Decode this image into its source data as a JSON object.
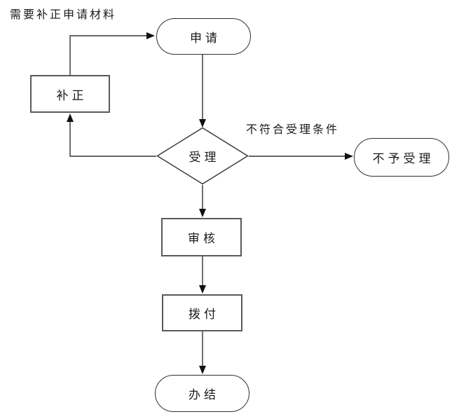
{
  "diagram": {
    "title": "",
    "annotation": "需要补正申请材料",
    "nodes": {
      "apply": {
        "label": "申请",
        "shape": "stadium"
      },
      "correct": {
        "label": "补正",
        "shape": "rect"
      },
      "accept": {
        "label": "受理",
        "shape": "diamond"
      },
      "reject": {
        "label": "不予受理",
        "shape": "stadium"
      },
      "review": {
        "label": "审核",
        "shape": "rect"
      },
      "disburse": {
        "label": "拨付",
        "shape": "rect"
      },
      "complete": {
        "label": "办结",
        "shape": "stadium"
      }
    },
    "edges": [
      {
        "from": "apply",
        "to": "accept",
        "label": ""
      },
      {
        "from": "accept",
        "to": "reject",
        "label": "不符合受理条件"
      },
      {
        "from": "accept",
        "to": "correct",
        "label": "需要补正申请材料"
      },
      {
        "from": "correct",
        "to": "apply",
        "label": ""
      },
      {
        "from": "accept",
        "to": "review",
        "label": ""
      },
      {
        "from": "review",
        "to": "disburse",
        "label": ""
      },
      {
        "from": "disburse",
        "to": "complete",
        "label": ""
      }
    ],
    "edge_labels": {
      "reject_condition": "不符合受理条件"
    },
    "colors": {
      "background": "#ffffff",
      "line": "#333333",
      "arrowhead": "#111111",
      "rect_border": "#595959",
      "stadium_border": "#2f2f2f",
      "text": "#1a1a1a"
    }
  }
}
